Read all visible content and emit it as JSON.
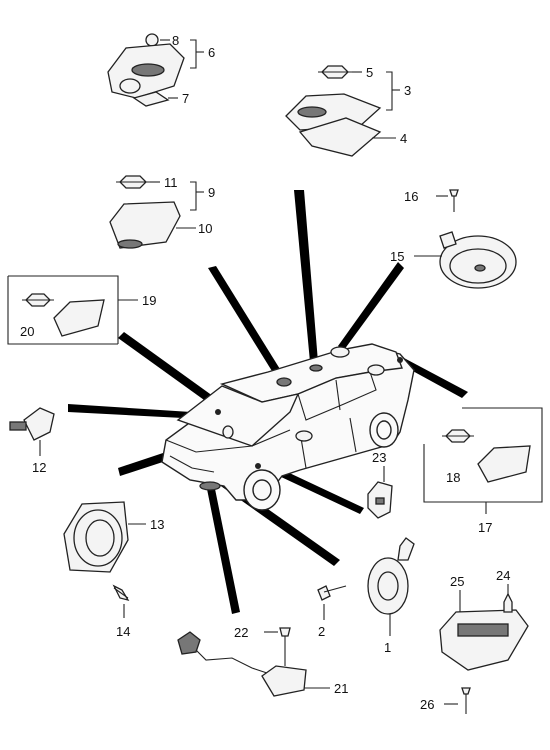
{
  "callouts": [
    {
      "id": "1",
      "text": "1"
    },
    {
      "id": "2",
      "text": "2"
    },
    {
      "id": "3",
      "text": "3"
    },
    {
      "id": "4",
      "text": "4"
    },
    {
      "id": "5",
      "text": "5"
    },
    {
      "id": "6",
      "text": "6"
    },
    {
      "id": "7",
      "text": "7"
    },
    {
      "id": "8",
      "text": "8"
    },
    {
      "id": "9",
      "text": "9"
    },
    {
      "id": "10",
      "text": "10"
    },
    {
      "id": "11",
      "text": "11"
    },
    {
      "id": "12",
      "text": "12"
    },
    {
      "id": "13",
      "text": "13"
    },
    {
      "id": "14",
      "text": "14"
    },
    {
      "id": "15",
      "text": "15"
    },
    {
      "id": "16",
      "text": "16"
    },
    {
      "id": "17",
      "text": "17"
    },
    {
      "id": "18",
      "text": "18"
    },
    {
      "id": "19",
      "text": "19"
    },
    {
      "id": "20",
      "text": "20"
    },
    {
      "id": "21",
      "text": "21"
    },
    {
      "id": "22",
      "text": "22"
    },
    {
      "id": "23",
      "text": "23"
    },
    {
      "id": "24",
      "text": "24"
    },
    {
      "id": "25",
      "text": "25"
    },
    {
      "id": "26",
      "text": "26"
    }
  ]
}
